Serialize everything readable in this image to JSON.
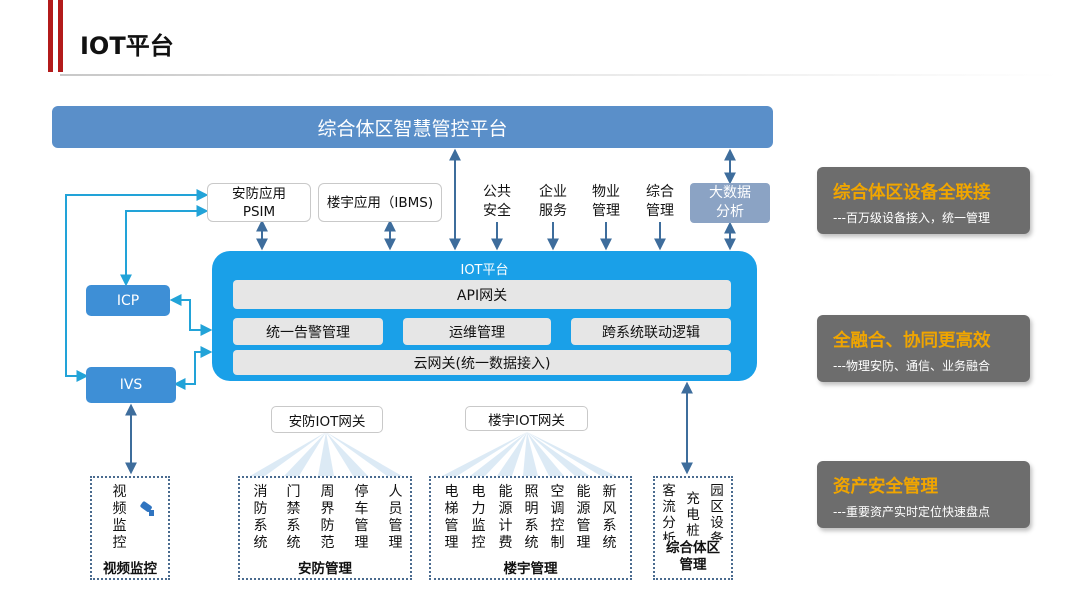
{
  "page_title": "IOT平台",
  "banner": "综合体区智慧管控平台",
  "top_apps": {
    "psim": "安防应用\nPSIM",
    "ibms": "楼宇应用（IBMS)",
    "public_safety": "公共\n安全",
    "enterprise_service": "企业\n服务",
    "property_mgmt": "物业\n管理",
    "integrated_mgmt": "综合\n管理",
    "big_data": "大数据\n分析"
  },
  "platform": {
    "title": "IOT平台",
    "api_gateway": "API网关",
    "alarm_mgmt": "统一告警管理",
    "ops_mgmt": "运维管理",
    "linkage_logic": "跨系统联动逻辑",
    "cloud_gateway": "云网关(统一数据接入)"
  },
  "side_boxes": {
    "icp": "ICP",
    "ivs": "IVS"
  },
  "gateways": {
    "security": "安防IOT网关",
    "building": "楼宇IOT网关"
  },
  "groups": {
    "video": {
      "title": "视频监控",
      "items": [
        "视频监控"
      ]
    },
    "security": {
      "title": "安防管理",
      "items": [
        "消防系统",
        "门禁系统",
        "周界防范",
        "停车管理",
        "人员管理"
      ]
    },
    "building": {
      "title": "楼宇管理",
      "items": [
        "电梯管理",
        "电力监控",
        "能源计费",
        "照明系统",
        "空调控制",
        "能源管理",
        "新风系统"
      ]
    },
    "park": {
      "title": "综合体区\n管理",
      "items": [
        "客流分析",
        "充电桩",
        "园区设备"
      ]
    }
  },
  "features": [
    {
      "title": "综合体区设备全联接",
      "subtitle": "---百万级设备接入，统一管理"
    },
    {
      "title": "全融合、协同更高效",
      "subtitle": "---物理安防、通信、业务融合"
    },
    {
      "title": "资产安全管理",
      "subtitle": "---重要资产实时定位快速盘点"
    }
  ],
  "colors": {
    "accent_red": "#b31b1b",
    "banner_blue": "#5a8fc9",
    "platform_blue": "#1aa0e8",
    "feature_orange": "#f0a500"
  }
}
